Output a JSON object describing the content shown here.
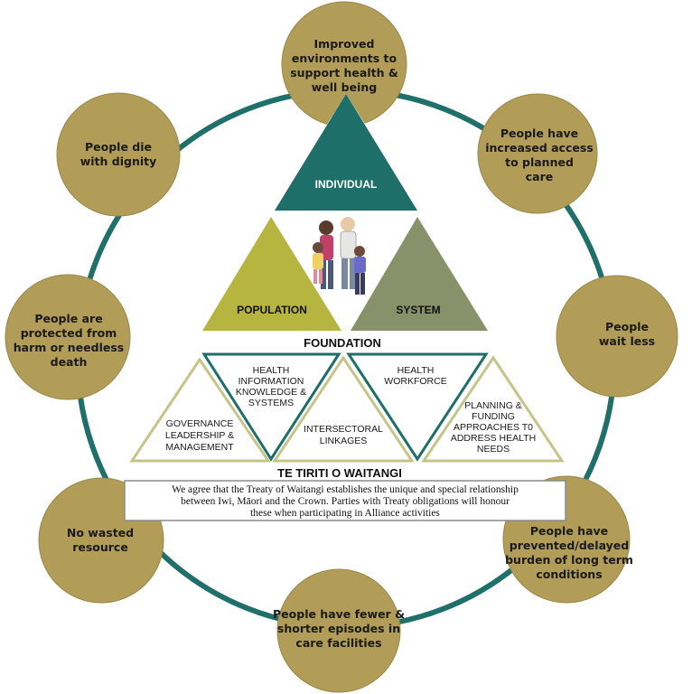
{
  "outcomes": [
    {
      "lines": [
        "Improved",
        "environments to",
        "support health &",
        "well being"
      ]
    },
    {
      "lines": [
        "People have",
        "increased access",
        "to planned",
        "care"
      ]
    },
    {
      "lines": [
        "People",
        "wait less"
      ]
    },
    {
      "lines": [
        "People have",
        "prevented/delayed",
        "burden of long term",
        "conditions"
      ]
    },
    {
      "lines": [
        "People have fewer &",
        "shorter episodes in",
        "care facilities"
      ]
    },
    {
      "lines": [
        "No wasted",
        "resource"
      ]
    },
    {
      "lines": [
        "People are",
        "protected from",
        "harm or needless",
        "death"
      ]
    },
    {
      "lines": [
        "People die",
        "with dignity"
      ]
    }
  ],
  "triangles": {
    "individual": "INDIVIDUAL",
    "population": "POPULATION",
    "system": "SYSTEM"
  },
  "foundation": {
    "title": "FOUNDATION",
    "governance": [
      "GOVERNANCE",
      "LEADERSHIP &",
      "MANAGEMENT"
    ],
    "health_info": [
      "HEALTH",
      "INFORMATION",
      "KNOWLEDGE &",
      "SYSTEMS"
    ],
    "intersectoral": [
      "INTERSECTORAL",
      "LINKAGES"
    ],
    "workforce": [
      "HEALTH",
      "WORKFORCE"
    ],
    "planning": [
      "PLANNING &",
      "FUNDING",
      "APPROACHES T0",
      "ADDRESS HEALTH",
      "NEEDS"
    ]
  },
  "treaty": {
    "title": "TE TIRITI O WAITANGI",
    "lines": [
      "We agree that the Treaty of Waitangi establishes the unique and special relationship",
      "between Iwi, Māori and the Crown.  Parties with Treaty obligations will honour",
      "these when participating in Alliance activities"
    ]
  },
  "colors": {
    "ring": "#1f6f6a",
    "outcome_fill": "#b19d57",
    "individual": "#1e6e69",
    "population": "#b5b53f",
    "system": "#87926a",
    "foundation_dark": "#1e6e69",
    "foundation_light": "#c5c58a"
  },
  "illustration": "family-illustration"
}
